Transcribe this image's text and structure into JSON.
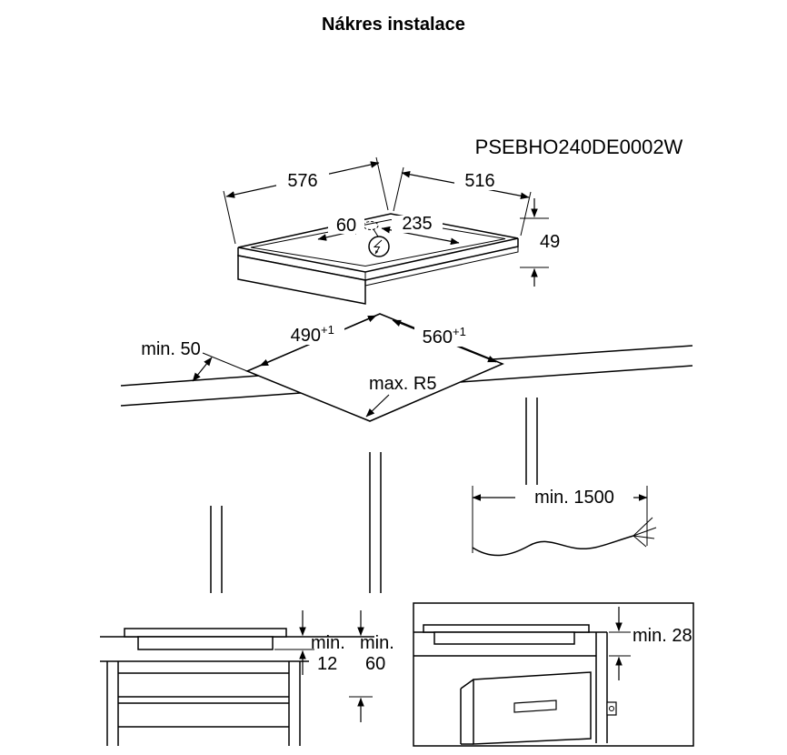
{
  "page": {
    "title": "Nákres instalace"
  },
  "diagram": {
    "model_code": "PSEBHO240DE0002W",
    "hob": {
      "width_mm": "576",
      "depth_mm": "516",
      "power_offset_left_mm": "60",
      "power_offset_right_mm": "235",
      "height_mm": "49",
      "power_icon": "lightning-bolt-in-circle"
    },
    "cutout": {
      "depth_mm": "490",
      "depth_tolerance": "+1",
      "width_mm": "560",
      "width_tolerance": "+1",
      "front_edge_distance": "min. 50",
      "corner_radius": "max. R5"
    },
    "power_cable": {
      "min_length": "min. 1500"
    },
    "clearance_left": {
      "label1": "min.",
      "value1": "12",
      "label2": "min.",
      "value2": "60"
    },
    "clearance_right": {
      "label": "min. 28"
    }
  }
}
